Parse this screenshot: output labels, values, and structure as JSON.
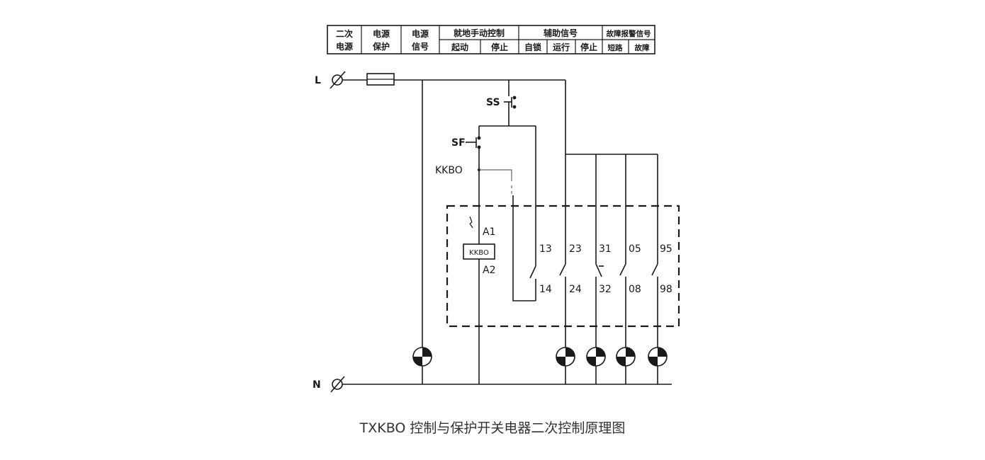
{
  "table": {
    "row1": [
      "二次",
      "电源",
      "电源",
      "就地手动控制",
      "辅助信号",
      "故障报警信号"
    ],
    "row2": [
      "电源",
      "保护",
      "信号",
      "起动",
      "停止",
      "自锁",
      "运行",
      "停止",
      "短路",
      "故障"
    ]
  },
  "labels": {
    "line": "L",
    "neutral": "N",
    "stop_button": "SS",
    "start_button": "SF",
    "kkbo_contact": "KKBO",
    "coil_box": "KKBO",
    "coil_a1": "A1",
    "coil_a2": "A2"
  },
  "contacts": [
    {
      "top": "13",
      "bottom": "14"
    },
    {
      "top": "23",
      "bottom": "24"
    },
    {
      "top": "31",
      "bottom": "32"
    },
    {
      "top": "05",
      "bottom": "08"
    },
    {
      "top": "95",
      "bottom": "98"
    }
  ],
  "caption": "TXKBO 控制与保护开关电器二次控制原理图"
}
